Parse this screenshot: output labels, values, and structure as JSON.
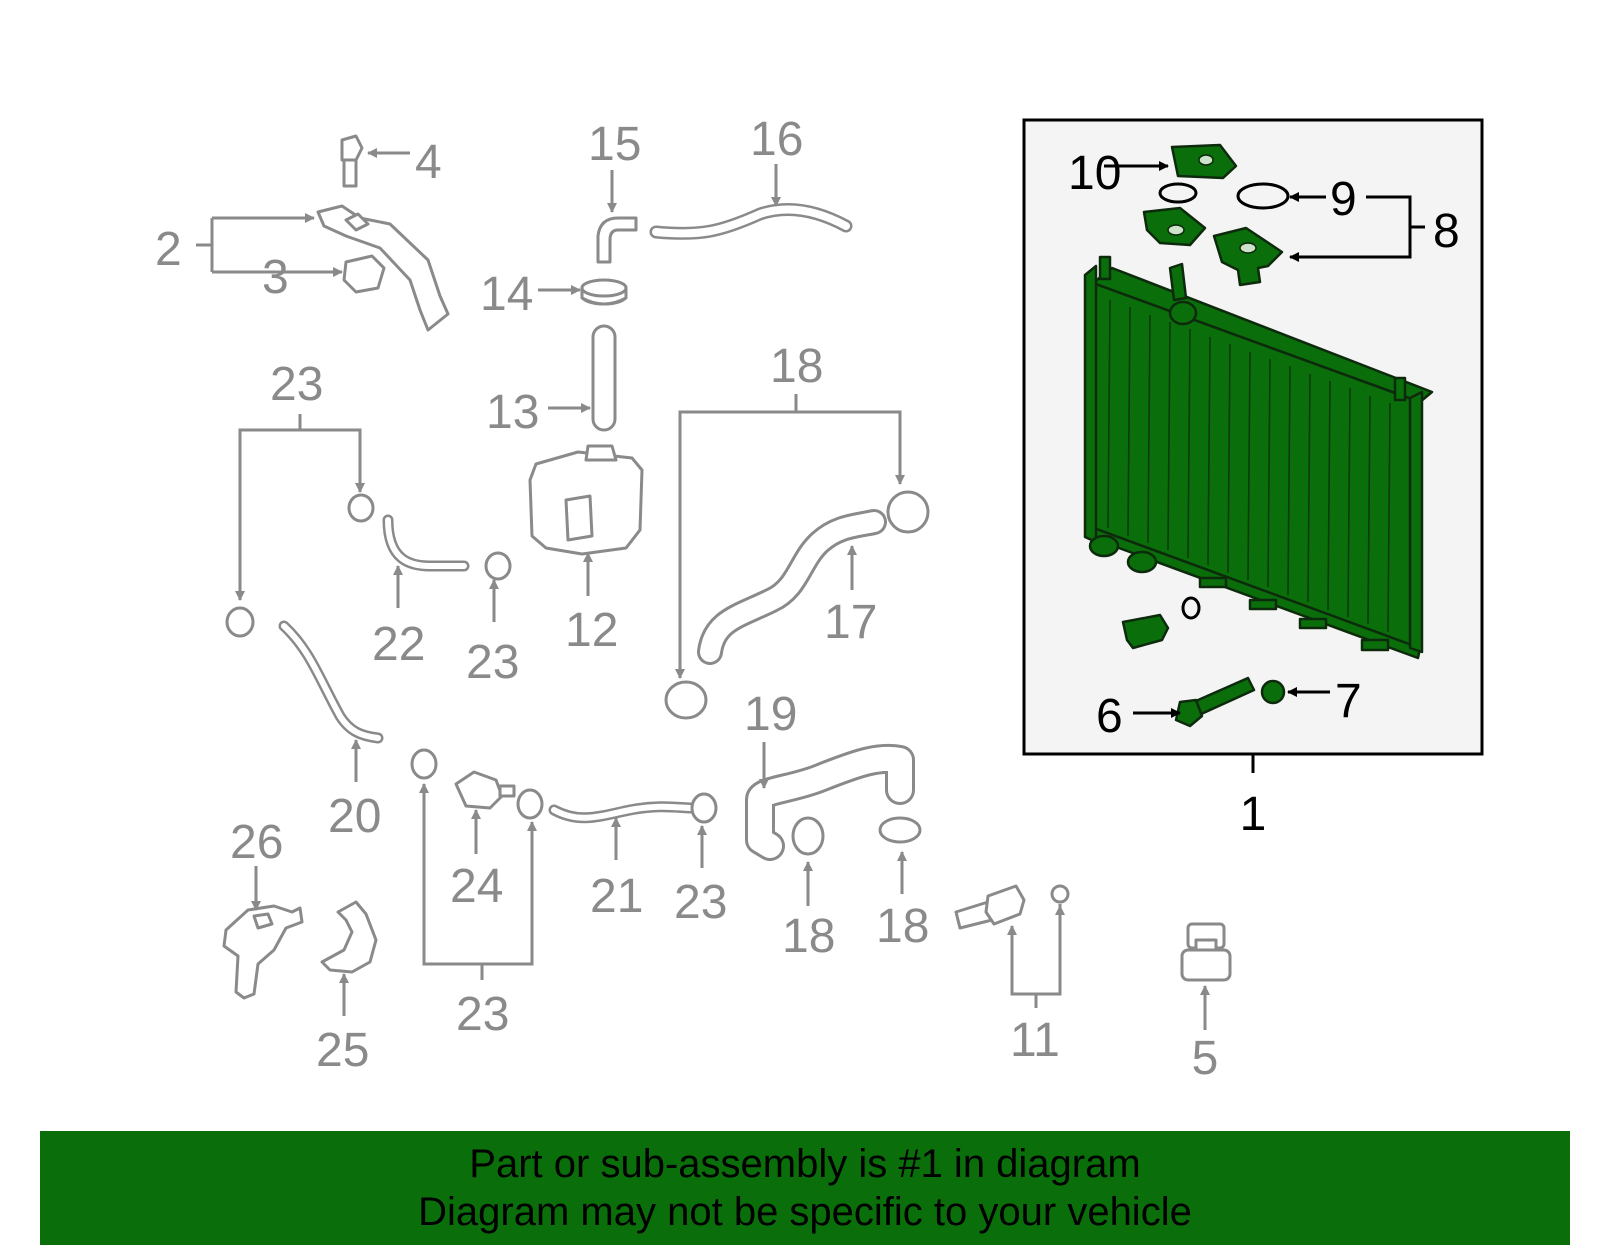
{
  "callouts": {
    "n1": "1",
    "n2": "2",
    "n3": "3",
    "n4": "4",
    "n5": "5",
    "n6": "6",
    "n7": "7",
    "n8": "8",
    "n9": "9",
    "n10": "10",
    "n11": "11",
    "n12": "12",
    "n13": "13",
    "n14": "14",
    "n15": "15",
    "n16": "16",
    "n17": "17",
    "n18": "18",
    "n19": "19",
    "n20": "20",
    "n21": "21",
    "n22": "22",
    "n23": "23",
    "n24": "24",
    "n25": "25",
    "n26": "26"
  },
  "highlighted_part": "1",
  "colors": {
    "highlight": "#0a6e0a",
    "inactive_part": "#8a8a8a",
    "inset_background": "#f4f4f4",
    "banner": "#0a6e0a"
  },
  "banner": {
    "line1": "Part or sub-assembly is #1 in diagram",
    "line2": "Diagram may not be specific to your vehicle"
  }
}
